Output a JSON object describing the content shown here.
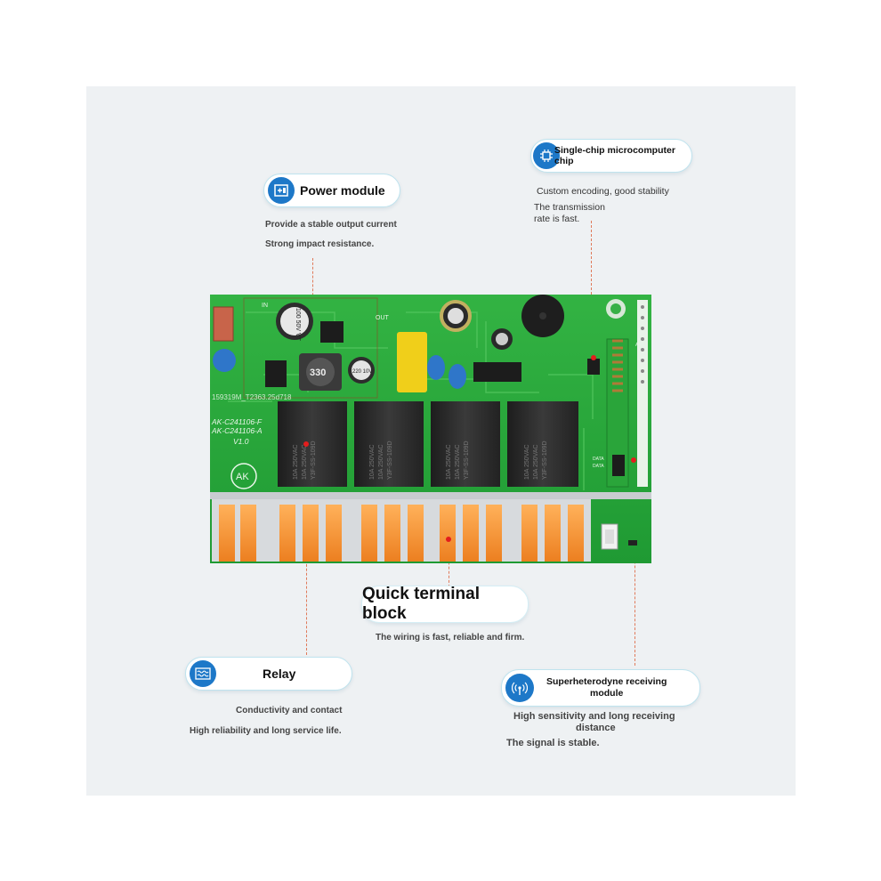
{
  "callouts": {
    "power": {
      "title": "Power module",
      "lines": [
        "Provide a stable output current",
        "Strong impact resistance."
      ],
      "icon": "power-module-icon"
    },
    "mcu": {
      "title": "Single-chip microcomputer chip",
      "lines": [
        "Custom encoding, good stability",
        "The transmission",
        "rate is fast."
      ],
      "icon": "chip-icon"
    },
    "terminal": {
      "title": "Quick terminal block",
      "lines": [
        "The wiring is fast, reliable and firm."
      ]
    },
    "relay": {
      "title": "Relay",
      "lines": [
        "Conductivity and contact",
        "High reliability and long service life."
      ],
      "icon": "relay-waves-icon"
    },
    "receiver": {
      "title_line1": "Superheterodyne receiving",
      "title_line2": "module",
      "lines": [
        "High sensitivity and long receiving",
        "distance",
        "The signal is stable."
      ],
      "icon": "antenna-signal-icon"
    }
  },
  "board": {
    "model_1": "AK-C241106-F",
    "model_2": "AK-C241106-A",
    "version": "V1.0",
    "logo": "AK",
    "serial": "159319M_T2363.25d718",
    "inductor": "330",
    "cap_main": "100 50V VT",
    "cap_small": "220 10V",
    "relay_label_1": "10A 250VAC",
    "relay_label_2": "10A 250VAC",
    "relay_model": "Y3F-SS-109D",
    "relay_count": 4,
    "pin_labels": {
      "ant": "ANT",
      "data1": "DATA",
      "data2": "DATA",
      "out": "OUT",
      "in": "IN"
    },
    "colors": {
      "pcb": "#2aa53a",
      "terminal": "#f08a2a",
      "relay": "#2b2b2b"
    }
  },
  "colors": {
    "accent": "#1d78c8",
    "leader": "#e07a5a",
    "panel": "#eef1f3"
  }
}
